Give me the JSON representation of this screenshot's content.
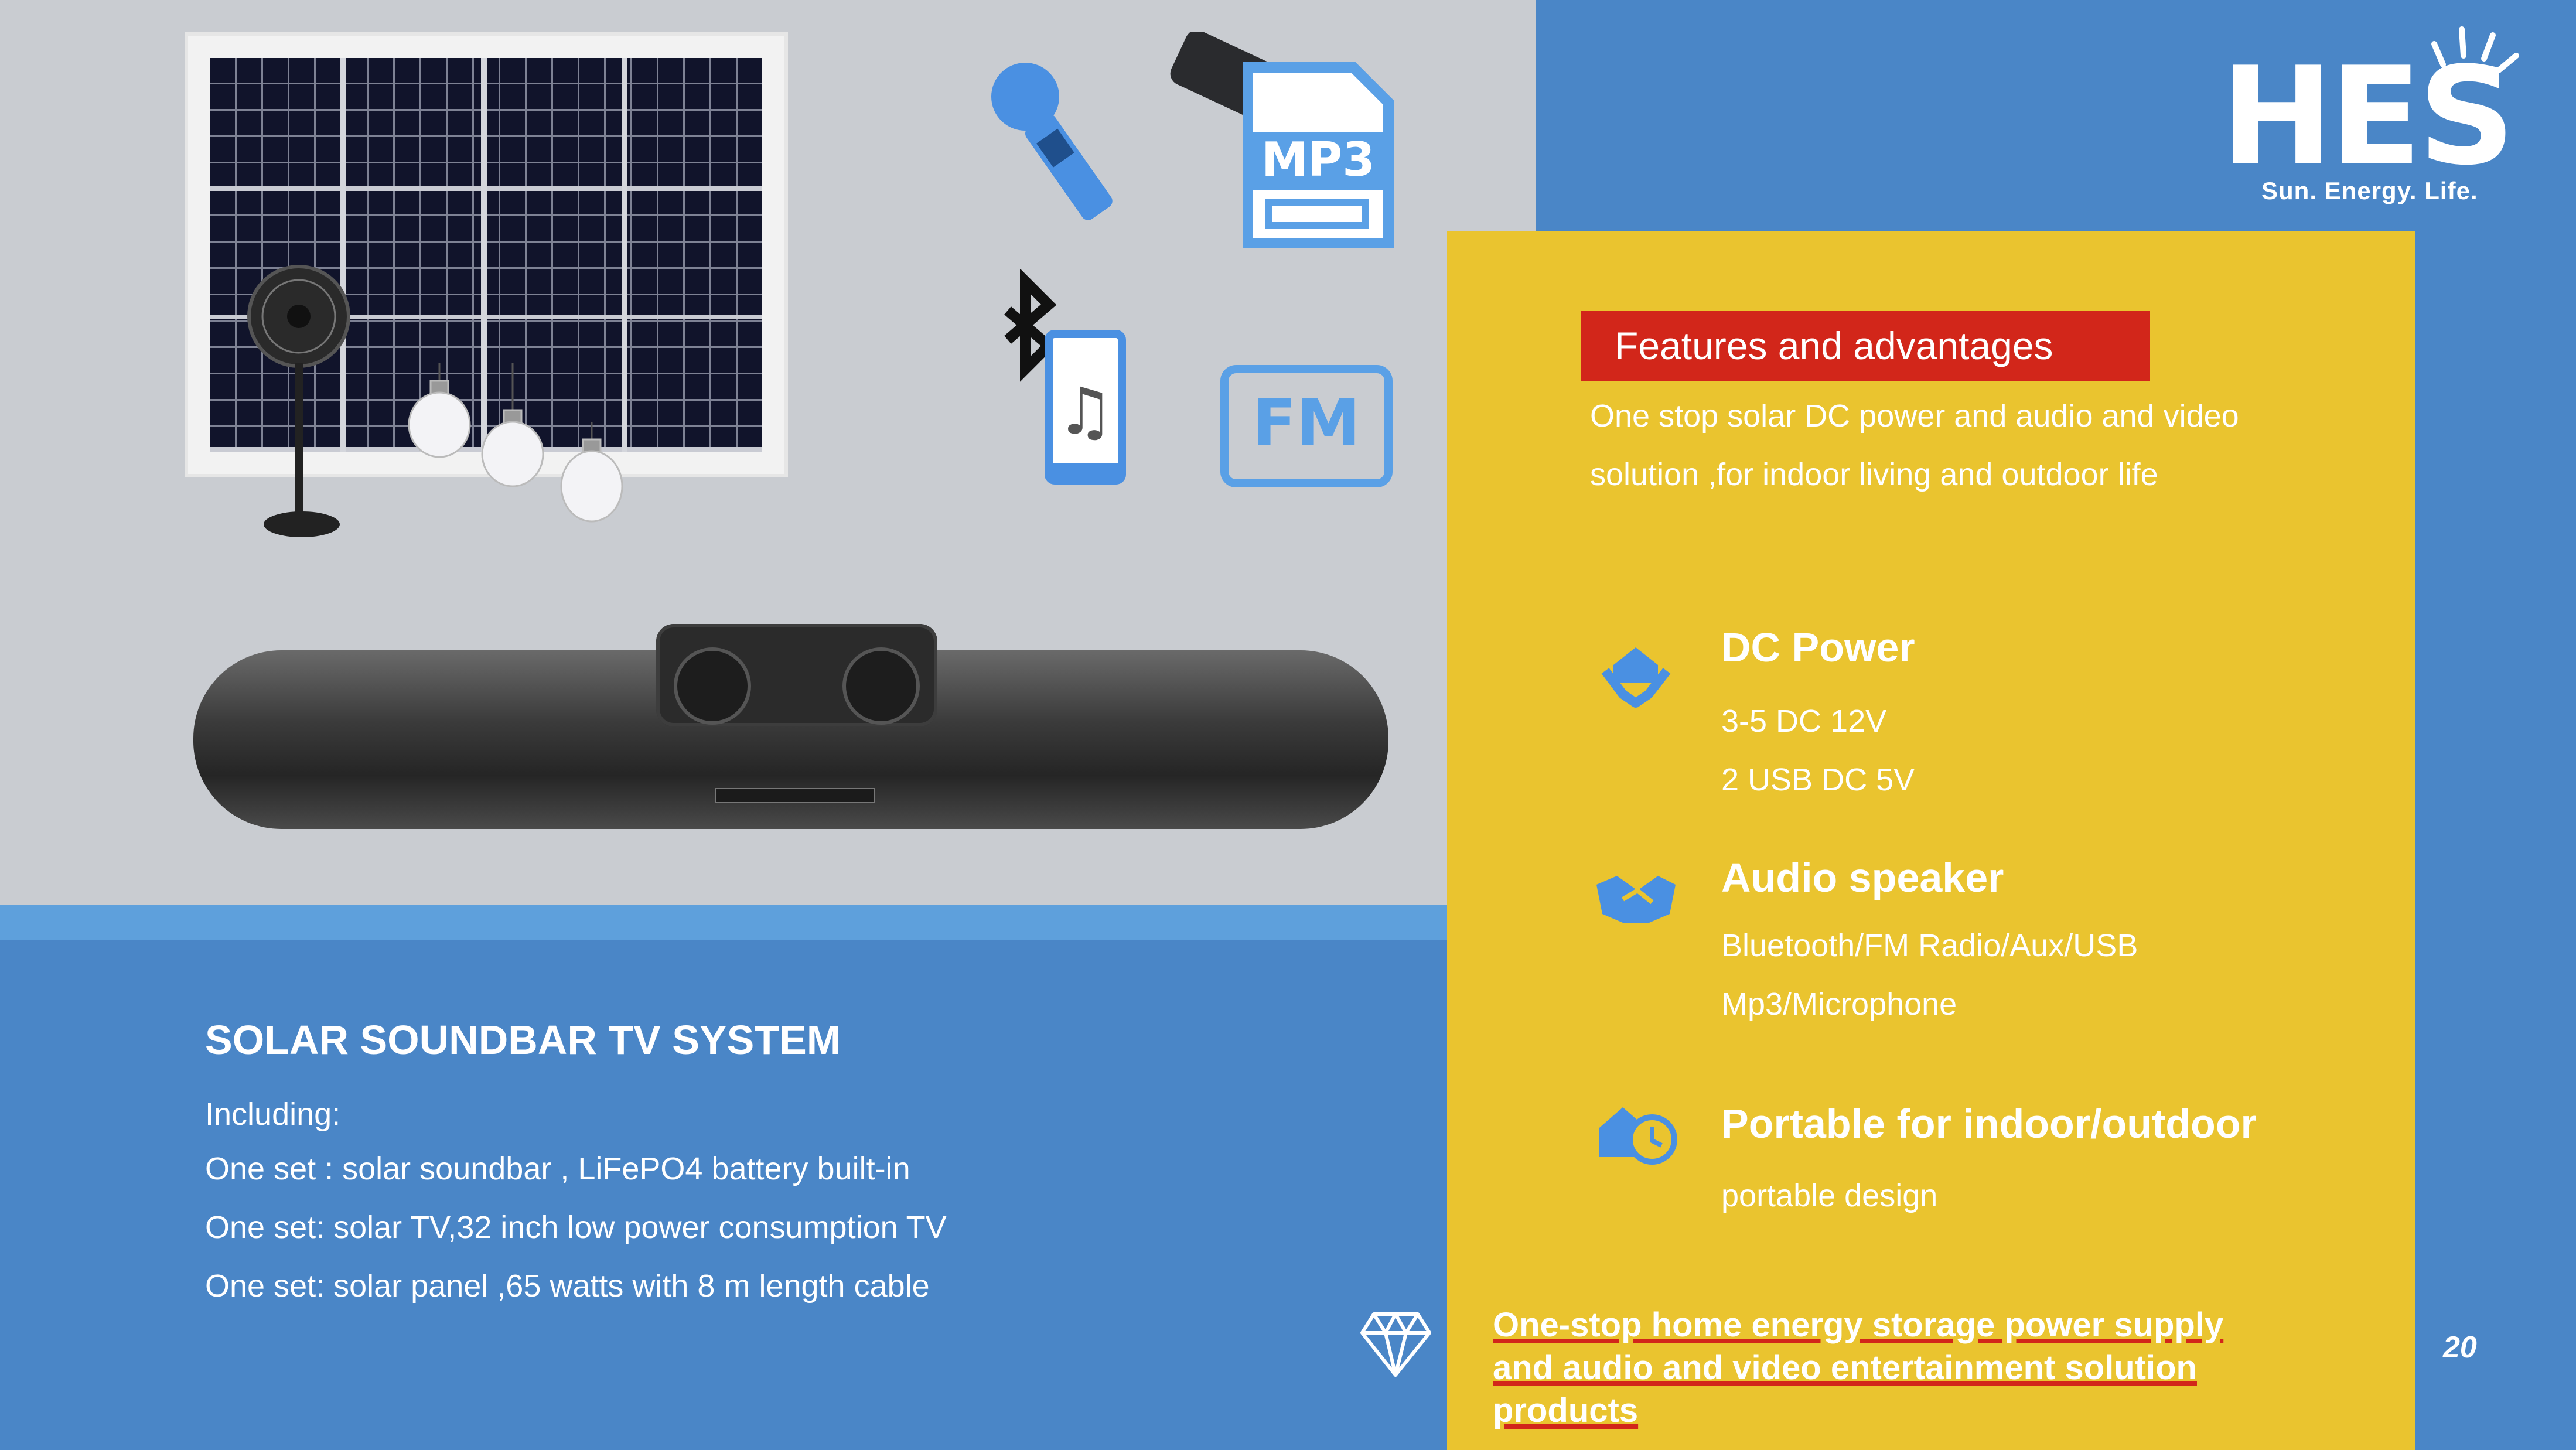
{
  "logo": {
    "letters": "HES",
    "tagline": "Sun. Energy. Life."
  },
  "media_icons": {
    "mp3_label": "MP3",
    "fm_label": "FM"
  },
  "features": {
    "heading": "Features and advantages",
    "description_lines": [
      "One stop solar DC power and audio and video",
      "solution ,for indoor living and outdoor life"
    ],
    "items": [
      {
        "title": "DC Power",
        "lines": [
          "3-5 DC 12V",
          "2 USB DC 5V"
        ]
      },
      {
        "title": "Audio speaker",
        "lines": [
          "Bluetooth/FM Radio/Aux/USB",
          "Mp3/Microphone"
        ]
      },
      {
        "title": "Portable for indoor/outdoor",
        "lines": [
          "portable design"
        ]
      }
    ]
  },
  "product": {
    "title": "SOLAR SOUNDBAR TV  SYSTEM",
    "lines": [
      "Including:",
      "One set : solar soundbar , LiFePO4 battery built-in",
      "One set: solar TV,32 inch low power consumption TV",
      "One set: solar panel ,65 watts with 8 m length cable"
    ]
  },
  "footer": {
    "lines": [
      "One-stop home energy storage power supply",
      "and audio and  video entertainment solution",
      "products"
    ]
  },
  "page_number": "20",
  "colors": {
    "blue": "#4a86c7",
    "yellow": "#eac42f",
    "red": "#d2261a",
    "icon_blue": "#4a90e2"
  }
}
